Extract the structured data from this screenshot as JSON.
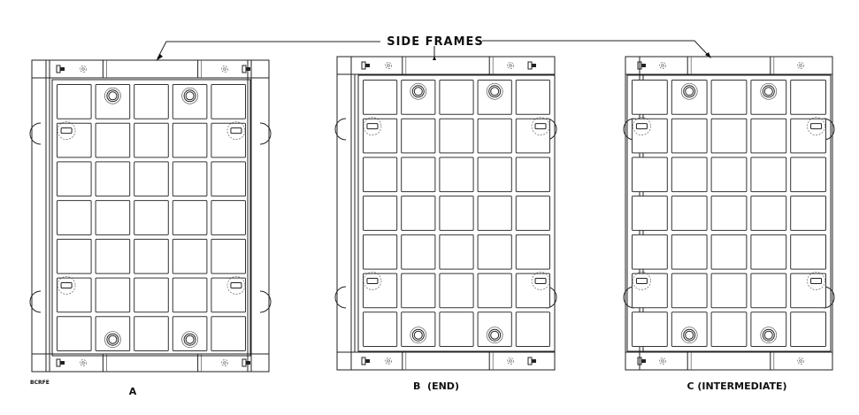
{
  "callout": {
    "label": "SIDE FRAMES"
  },
  "panels": [
    {
      "id": "a",
      "caption": "A",
      "variant": "full"
    },
    {
      "id": "b",
      "caption": "B  (END)",
      "variant": "end"
    },
    {
      "id": "c",
      "caption": "C (INTERMEDIATE)",
      "variant": "intermediate"
    }
  ],
  "code": "BCRFE",
  "grid": {
    "columns": 5,
    "rows": 7
  },
  "colors": {
    "ink": "#222222",
    "paper": "#ffffff"
  }
}
